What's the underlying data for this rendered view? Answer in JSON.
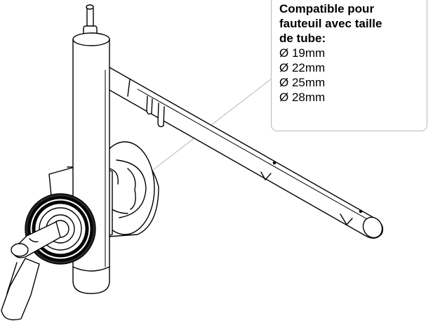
{
  "callout": {
    "title": "Compatible pour\nfauteuil avec taille\nde tube:",
    "sizes": [
      "Ø 19mm",
      "Ø 22mm",
      "Ø 25mm",
      "Ø 28mm"
    ]
  },
  "illustration": {
    "subject": "wheelchair-tube-mount-clamp",
    "line_color": "#000000",
    "leader_color": "#b9b9b9",
    "fill_color": "#ffffff"
  }
}
